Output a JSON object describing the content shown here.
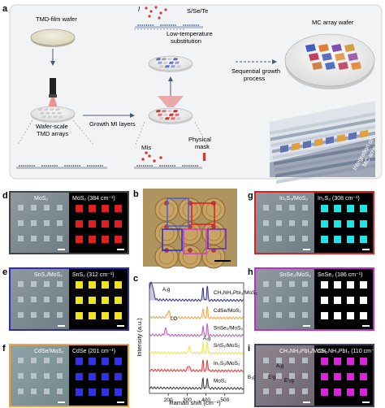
{
  "panel_a": {
    "letter": "a",
    "tmd_film_wafer": "TMD-film wafer",
    "wafer_scale_1": "Wafer-scale",
    "wafer_scale_2": "TMD arrays",
    "growth_mi": "Growth MI layers",
    "chalcogen": "S/Se/Te",
    "low_temp_1": "Low-temperature",
    "low_temp_2": "substitution",
    "mis": "MIs",
    "mask_1": "Physical",
    "mask_2": "mask",
    "seq_1": "Sequential growth",
    "seq_2": "process",
    "mc_wafer": "MC array wafer",
    "integ_1": "Integration of",
    "integ_2": "MC arrays"
  },
  "panels": {
    "d": {
      "letter": "d",
      "optical": "MoS₂",
      "raman": "MoS₂ (384 cm⁻¹)"
    },
    "e": {
      "letter": "e",
      "optical": "SnS₂/MoS₂",
      "raman": "SnS₂ (312 cm⁻¹)"
    },
    "f": {
      "letter": "f",
      "optical": "CdSe/MoS₂",
      "raman": "CdSe (201 cm⁻¹)"
    },
    "b": {
      "letter": "b"
    },
    "g": {
      "letter": "g",
      "optical": "In₂S₃/MoS₂",
      "raman": "In₂S₃ (308 cm⁻¹)"
    },
    "h": {
      "letter": "h",
      "optical": "SnSe₂/MoS₂",
      "raman": "SnSe₂ (186 cm⁻¹)"
    },
    "i": {
      "letter": "i",
      "optical": "CH₃NH₃PbI₃/MoS₂",
      "raman": "CH₃NH₃PbI₃ (110 cm⁻¹)"
    }
  },
  "colors": {
    "d_border": "#444444",
    "d_map": "#e81c1c",
    "e_border": "#2d2db4",
    "e_map": "#f0e51a",
    "f_border": "#f0a040",
    "f_map": "#3030f0",
    "g_border": "#e02020",
    "g_map": "#18e8e8",
    "h_border": "#c030c0",
    "h_map": "#ffffff",
    "i_border": "#404060",
    "i_map": "#e020e0"
  },
  "chart_data": {
    "type": "line",
    "letter": "c",
    "xlabel": "Raman shift (cm⁻¹)",
    "ylabel": "Intensity (a.u.)",
    "xlim": [
      100,
      600
    ],
    "xticks": [
      200,
      300,
      400,
      500
    ],
    "series": [
      {
        "name": "CH₃NH₃PbI₃/MoS₂",
        "color": "#2a2a7a",
        "offset": 5,
        "peaks": [
          [
            110,
            1.3,
            14
          ],
          [
            384,
            1.1,
            4
          ],
          [
            407,
            1.2,
            4
          ]
        ]
      },
      {
        "name": "CdSe/MoS₂",
        "color": "#e8a040",
        "offset": 4,
        "peaks": [
          [
            201,
            0.5,
            10
          ],
          [
            384,
            0.8,
            4
          ],
          [
            407,
            0.9,
            4
          ]
        ]
      },
      {
        "name": "SnSe₂/MoS₂",
        "color": "#b05ab0",
        "offset": 3,
        "peaks": [
          [
            186,
            0.5,
            8
          ],
          [
            384,
            0.8,
            4
          ],
          [
            407,
            0.9,
            4
          ]
        ]
      },
      {
        "name": "SnS₂/MoS₂",
        "color": "#e8e84a",
        "offset": 2,
        "peaks": [
          [
            312,
            0.6,
            5
          ],
          [
            384,
            0.8,
            4
          ],
          [
            407,
            0.9,
            4
          ]
        ]
      },
      {
        "name": "In₂S₃/MoS₂",
        "color": "#d83030",
        "offset": 1,
        "peaks": [
          [
            308,
            0.4,
            8
          ],
          [
            384,
            0.8,
            4
          ],
          [
            407,
            0.9,
            4
          ]
        ]
      },
      {
        "name": "MoS₂",
        "color": "#333333",
        "offset": 0,
        "peaks": [
          [
            384,
            0.8,
            4
          ],
          [
            407,
            0.9,
            4
          ]
        ]
      }
    ],
    "annotations": [
      "A₁g",
      "LO",
      "A₁g",
      "A₁g",
      "B₁g",
      "E¹g",
      "E¹₂g"
    ]
  }
}
